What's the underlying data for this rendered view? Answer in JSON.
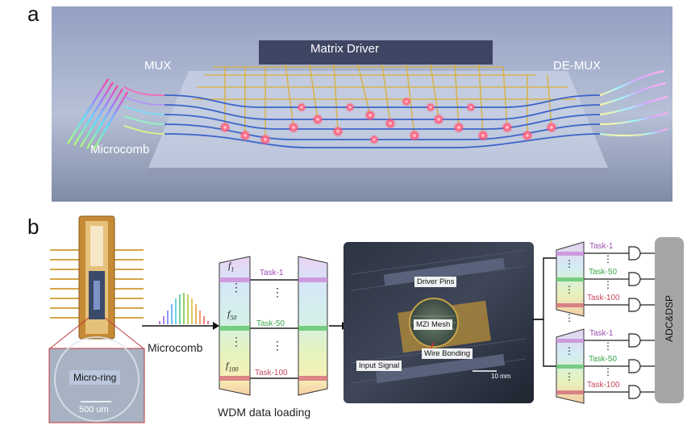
{
  "panel_a": {
    "letter": "a",
    "matrix_driver": "Matrix Driver",
    "mux": "MUX",
    "demux": "DE-MUX",
    "microcomb": "Microcomb"
  },
  "panel_b": {
    "letter": "b",
    "microring": "Micro-ring",
    "scalebar": "500 um",
    "microcomb": "Microcomb",
    "wdm_caption": "WDM data loading",
    "freqs": {
      "f1": "f",
      "f1_sub": "1",
      "f50": "f",
      "f50_sub": "50",
      "f100": "f",
      "f100_sub": "100"
    },
    "tasks": [
      "Task-1",
      "Task-50",
      "Task-100"
    ],
    "dots": "⋮",
    "chip": {
      "driver_pins": "Driver Pins",
      "mzi_mesh": "MZI Mesh",
      "wire_bonding": "Wire Bonding",
      "input_signal": "Input Signal",
      "scale": "10 mm"
    },
    "adc": "ADC&DSP"
  },
  "colors": {
    "task1": "#9b4fb0",
    "task50": "#3aa64a",
    "task100": "#c2495a",
    "waveguide": "#d8b24a",
    "node": "#ff5a78",
    "adc_box": "#a6a6a6"
  }
}
